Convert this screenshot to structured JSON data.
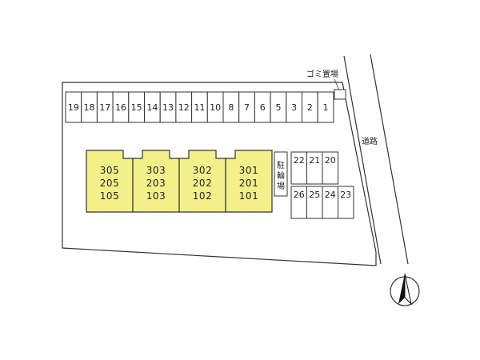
{
  "labels": {
    "garbage": "ゴミ置場",
    "road": "道路",
    "bike_parking": [
      "駐",
      "輪",
      "場"
    ]
  },
  "top_row_spots": [
    "19",
    "18",
    "17",
    "16",
    "15",
    "14",
    "13",
    "12",
    "11",
    "10",
    "8",
    "7",
    "6",
    "5",
    "3",
    "2",
    "1"
  ],
  "right_upper_spots": [
    "22",
    "21",
    "20"
  ],
  "right_lower_spots": [
    "26",
    "25",
    "24",
    "23"
  ],
  "units": [
    {
      "floors": [
        "305",
        "205",
        "105"
      ]
    },
    {
      "floors": [
        "303",
        "203",
        "103"
      ]
    },
    {
      "floors": [
        "302",
        "202",
        "102"
      ]
    },
    {
      "floors": [
        "301",
        "201",
        "101"
      ]
    }
  ],
  "compass_icon": "north-arrow-icon",
  "colors": {
    "building_fill": "#f3f08a",
    "building_stroke": "#333333",
    "lot_fill": "#ffffff",
    "lot_stroke": "#333333"
  }
}
